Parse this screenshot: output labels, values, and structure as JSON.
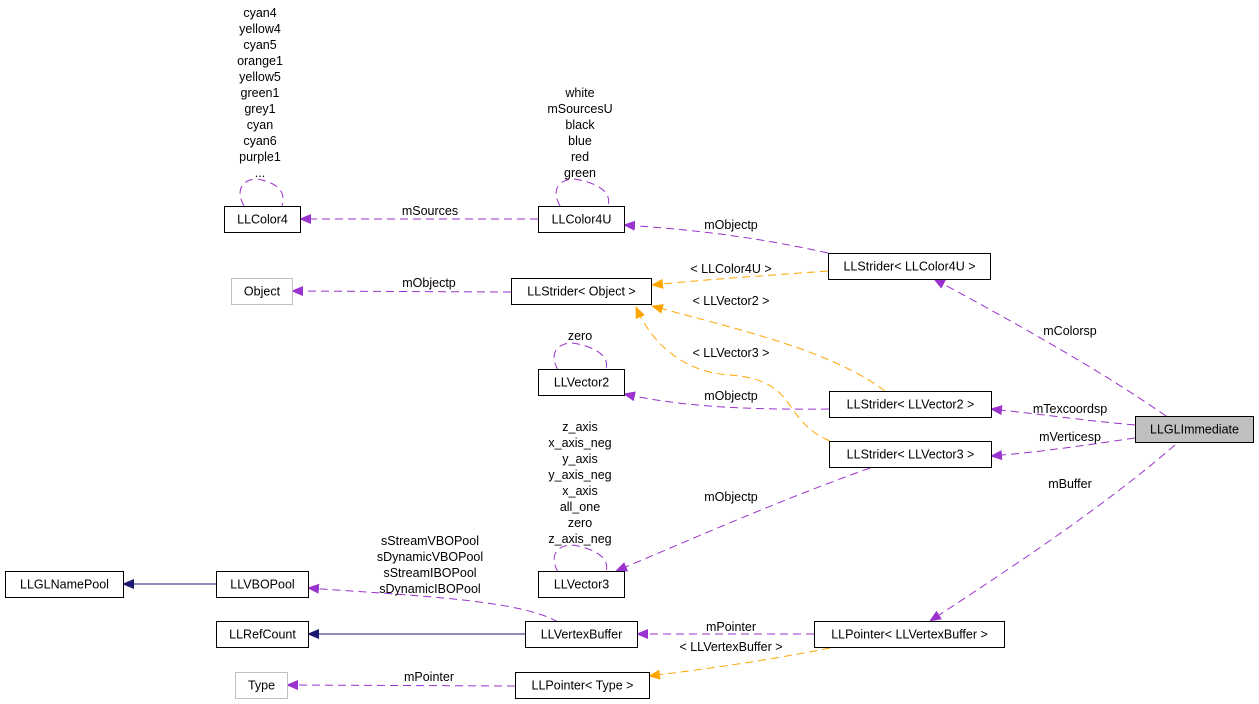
{
  "colors": {
    "usage_edge": "#9a32cd",
    "template_edge": "#ffa500",
    "inherit_edge": "#191970",
    "focus_fill": "#bfbfbf",
    "undocumented_border": "#bfbfbf"
  },
  "nodes": {
    "llcolor4": "LLColor4",
    "llcolor4u": "LLColor4U",
    "object": "Object",
    "llstrider_object": "LLStrider< Object >",
    "llstrider_llcolor4u": "LLStrider< LLColor4U >",
    "llvector2": "LLVector2",
    "llstrider_llvector2": "LLStrider< LLVector2 >",
    "llglimmediate": "LLGLImmediate",
    "llstrider_llvector3": "LLStrider< LLVector3 >",
    "llglnamepool": "LLGLNamePool",
    "llvbopool": "LLVBOPool",
    "llvector3": "LLVector3",
    "llrefcount": "LLRefCount",
    "llvertexbuffer": "LLVertexBuffer",
    "llpointer_llvertexbuffer": "LLPointer< LLVertexBuffer >",
    "type": "Type",
    "llpointer_type": "LLPointer< Type >"
  },
  "labels": {
    "llcolor4_self": [
      "cyan4",
      "yellow4",
      "cyan5",
      "orange1",
      "yellow5",
      "green1",
      "grey1",
      "cyan",
      "cyan6",
      "purple1",
      "..."
    ],
    "llcolor4u_self": [
      "white",
      "mSourcesU",
      "black",
      "blue",
      "red",
      "green"
    ],
    "llvector2_self": [
      "zero"
    ],
    "llvector3_self": [
      "z_axis",
      "x_axis_neg",
      "y_axis",
      "y_axis_neg",
      "x_axis",
      "all_one",
      "zero",
      "z_axis_neg"
    ],
    "vbopool_members": [
      "sStreamVBOPool",
      "sDynamicVBOPool",
      "sStreamIBOPool",
      "sDynamicIBOPool"
    ],
    "msources": "mSources",
    "mobjectp_color4u": "mObjectp",
    "mobjectp_object": "mObjectp",
    "tmpl_llcolor4u": "< LLColor4U >",
    "tmpl_llvector2": "< LLVector2 >",
    "tmpl_llvector3": "< LLVector3 >",
    "mcolorsp": "mColorsp",
    "mobjectp_vector2": "mObjectp",
    "mtexcoordsp": "mTexcoordsp",
    "mverticesp": "mVerticesp",
    "mbuffer": "mBuffer",
    "mobjectp_vector3": "mObjectp",
    "mpointer_vertexbuffer": "mPointer",
    "tmpl_llvertexbuffer": "< LLVertexBuffer >",
    "mpointer_type": "mPointer"
  }
}
